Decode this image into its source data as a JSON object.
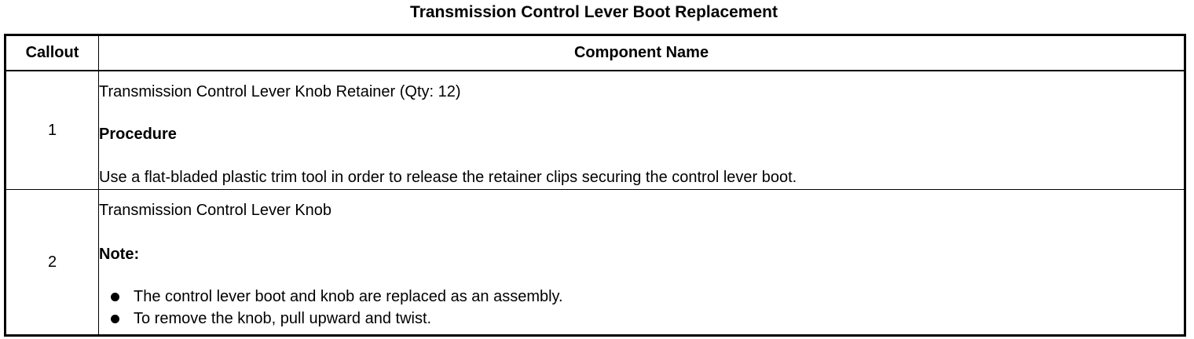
{
  "document": {
    "title": "Transmission Control Lever Boot Replacement",
    "headers": {
      "callout": "Callout",
      "component": "Component Name"
    },
    "rows": [
      {
        "callout": "1",
        "component": "Transmission Control Lever Knob Retainer (Qty: 12)",
        "section_heading": "Procedure",
        "text": "Use a flat-bladed plastic trim tool in order to release the retainer clips securing the control lever boot."
      },
      {
        "callout": "2",
        "component": "Transmission Control Lever Knob",
        "section_heading": "Note:",
        "bullets": [
          "The control lever boot and knob are replaced as an assembly.",
          "To remove the knob, pull upward and twist."
        ]
      }
    ]
  }
}
